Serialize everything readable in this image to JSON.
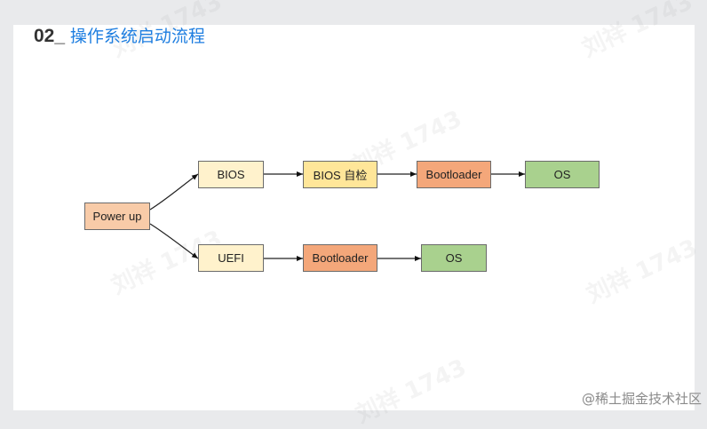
{
  "title": {
    "number": "02_",
    "text": "操作系统启动流程"
  },
  "nodes": {
    "power_up": "Power up",
    "bios": "BIOS",
    "bios_check": "BIOS 自检",
    "bootloader_1": "Bootloader",
    "os_1": "OS",
    "uefi": "UEFI",
    "bootloader_2": "Bootloader",
    "os_2": "OS"
  },
  "colors": {
    "power_up": "#f8cba8",
    "bios": "#fff2cc",
    "bios_check": "#ffe699",
    "bootloader": "#f4a77a",
    "os": "#a9d18e",
    "uefi": "#fff2cc",
    "title_accent": "#1e7ee0"
  },
  "watermark": "刘祥 1743",
  "footer": "@稀土掘金技术社区"
}
